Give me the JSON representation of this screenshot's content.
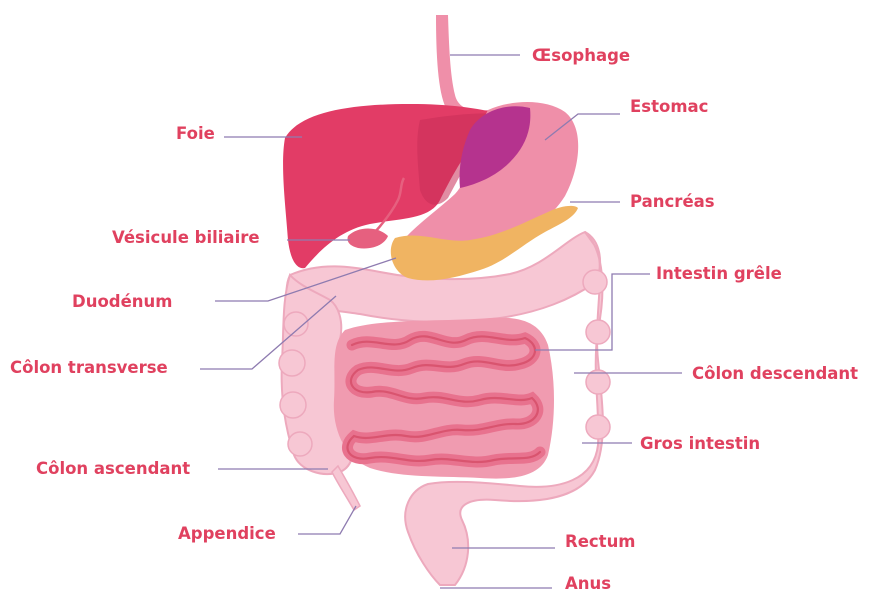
{
  "colors": {
    "label": "#e0415f",
    "leader": "#8e7bb0",
    "liver": "#e23c66",
    "liver_dark": "#c92d58",
    "stomach": "#ef8fa9",
    "stomach_top": "#b5338e",
    "esophagus": "#ef8fa9",
    "pancreas": "#f0b462",
    "gallbladder": "#e6607f",
    "large_intestine": "#f7c7d4",
    "large_intestine_edge": "#eda9bd",
    "small_intestine": "#e8728e",
    "small_intestine_dark": "#d9546f",
    "small_intestine_bg": "#f09bb0"
  },
  "labels": {
    "oesophage": "Œsophage",
    "estomac": "Estomac",
    "foie": "Foie",
    "pancreas": "Pancréas",
    "vesicule": "Vésicule biliaire",
    "intestin_grele": "Intestin grêle",
    "duodenum": "Duodénum",
    "colon_transverse": "Côlon transverse",
    "colon_descendant": "Côlon descendant",
    "gros_intestin": "Gros intestin",
    "colon_ascendant": "Côlon ascendant",
    "appendice": "Appendice",
    "rectum": "Rectum",
    "anus": "Anus"
  }
}
